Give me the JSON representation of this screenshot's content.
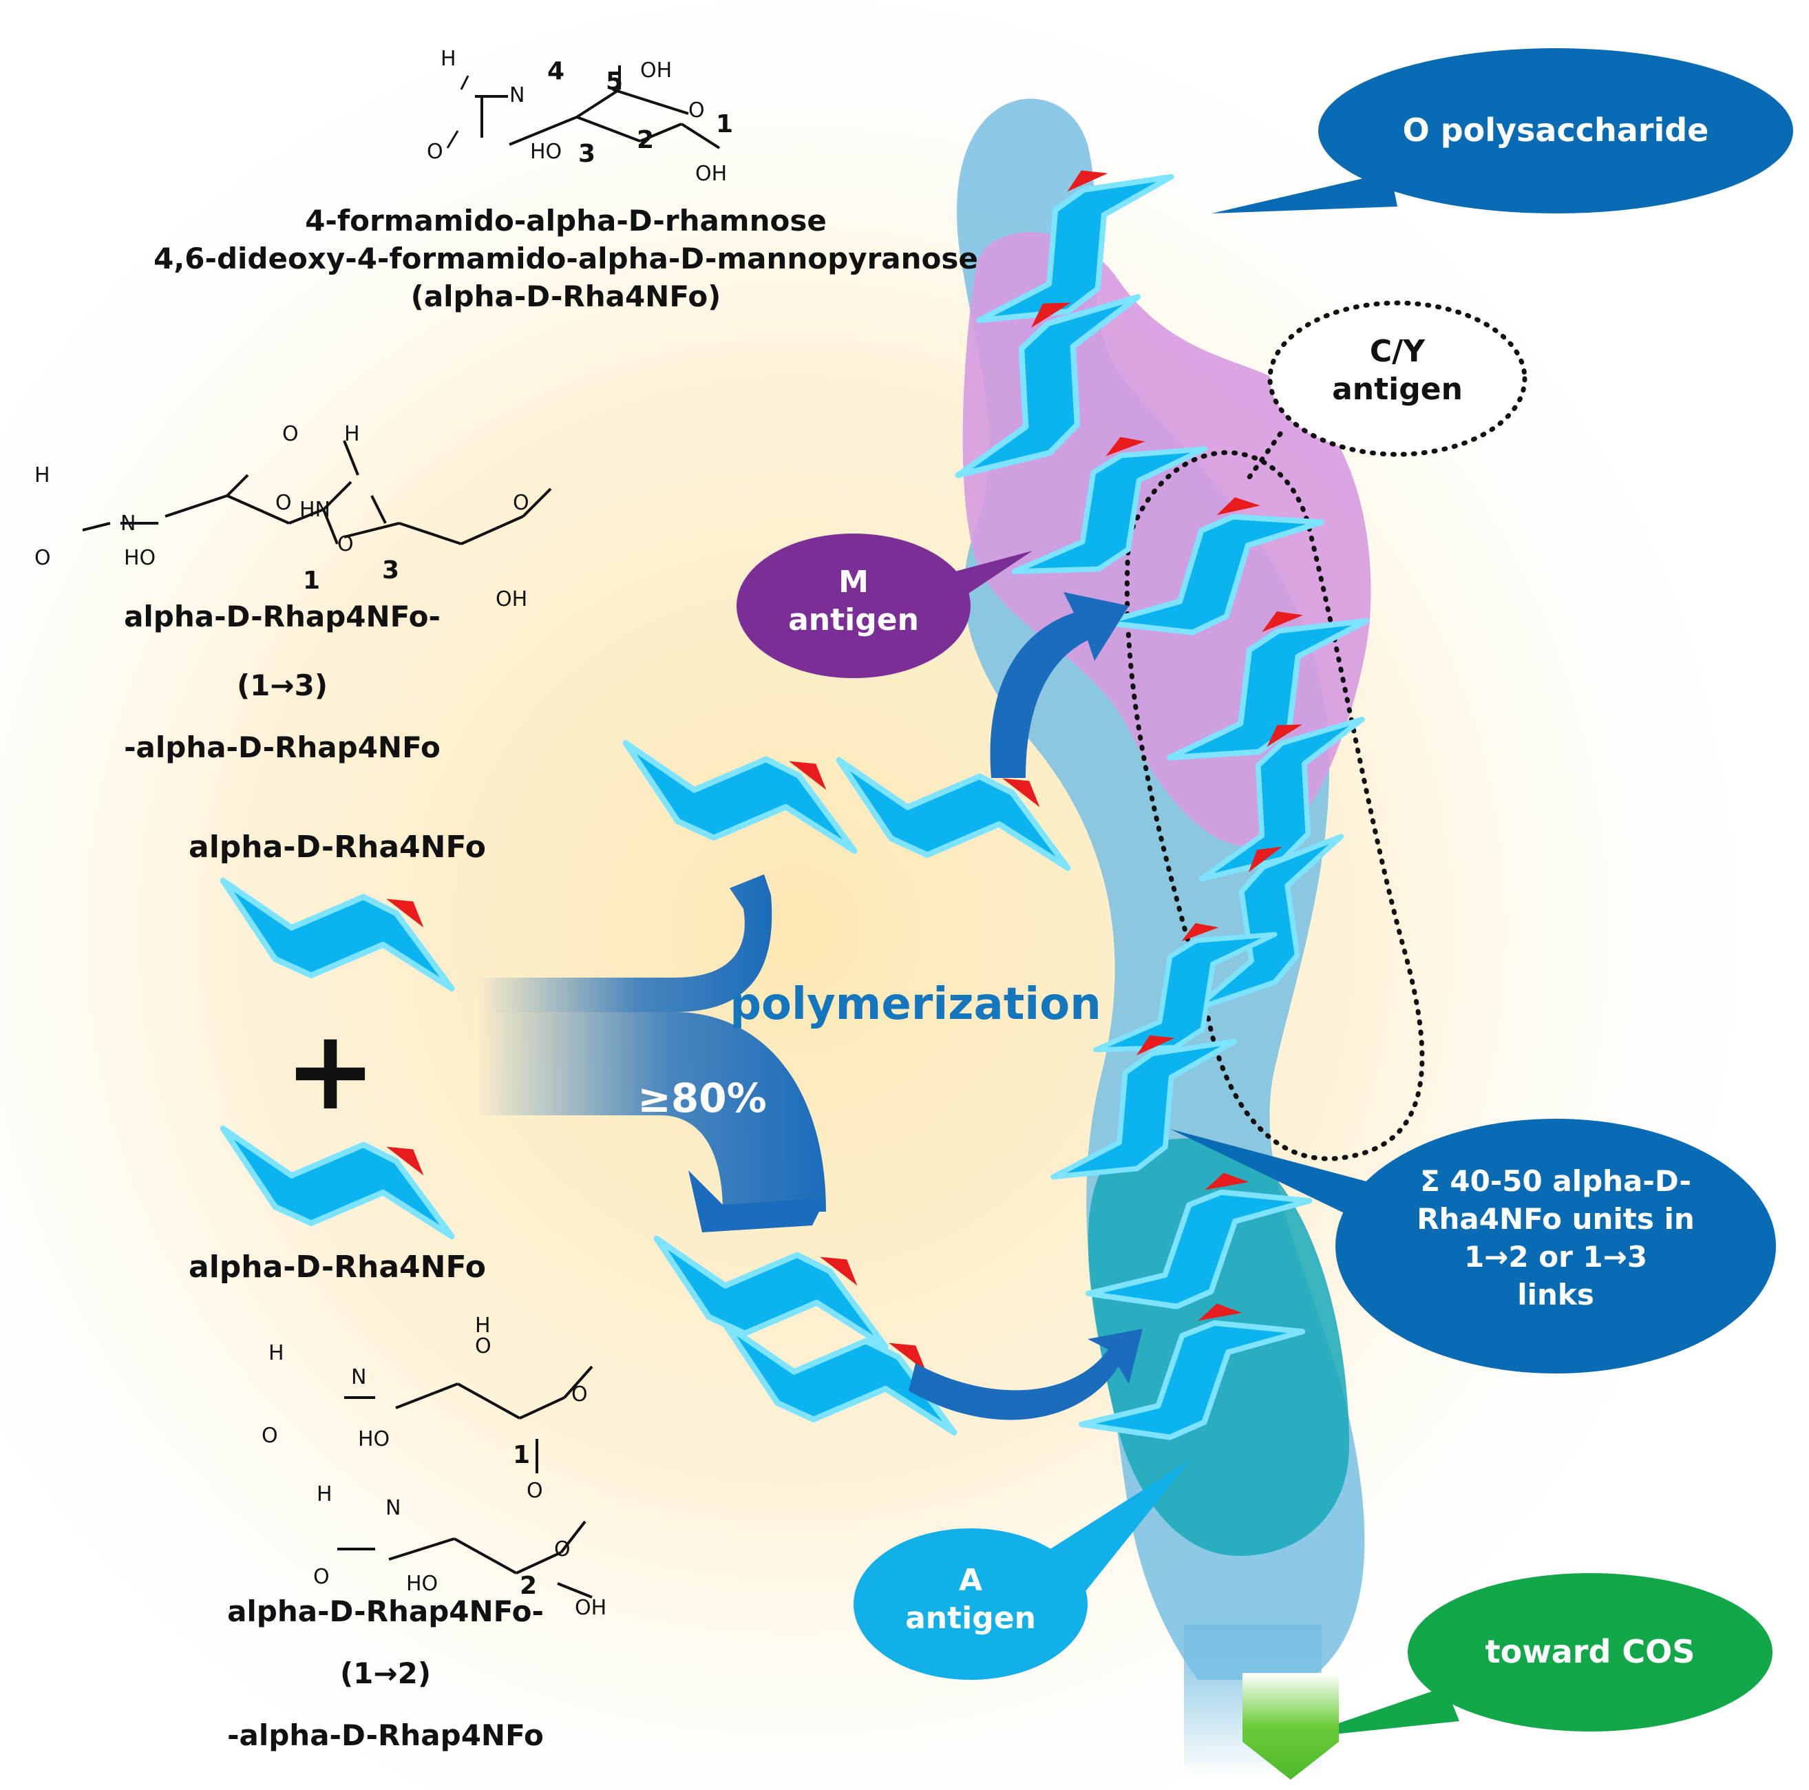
{
  "monomer": {
    "name_1": "4-formamido-alpha-D-rhamnose",
    "name_2": "4,6-dideoxy-4-formamido-alpha-D-mannopyranose",
    "name_3": "(alpha-D-Rha4NFo)",
    "atom_labels": {
      "h": "H",
      "n": "N",
      "o": "O",
      "oh": "OH",
      "ho": "HO",
      "ring_o": "O"
    },
    "positions": [
      "1",
      "2",
      "3",
      "4",
      "5"
    ]
  },
  "disaccharide_1_3": {
    "line_1": "alpha-D-Rhap4NFo-",
    "line_2": "(1→3)",
    "line_3": "-alpha-D-Rhap4NFo",
    "pos_1": "1",
    "pos_3": "3"
  },
  "disaccharide_1_2": {
    "line_1": "alpha-D-Rhap4NFo-",
    "line_2": "(1→2)",
    "line_3": "-alpha-D-Rhap4NFo",
    "pos_1": "1",
    "pos_2": "2"
  },
  "unit_label_top": "alpha-D-Rha4NFo",
  "unit_label_bottom": "alpha-D-Rha4NFo",
  "plus_sign": "+",
  "polymerization_label": "polymerization",
  "percent_label": "≥80%",
  "callouts": {
    "o_polysaccharide": "O polysaccharide",
    "cy_line_1": "C/Y",
    "cy_line_2": "antigen",
    "m_line_1": "M",
    "m_line_2": "antigen",
    "sum_line_1": "Σ 40-50 alpha-D-",
    "sum_line_2": "Rha4NFo units in",
    "sum_line_3": "1→2 or 1→3",
    "sum_line_4": "links",
    "a_line_1": "A",
    "a_line_2": "antigen",
    "cos": "toward COS"
  },
  "colors": {
    "unit_fill": "#0bb4ee",
    "unit_edge": "#6fdcff",
    "red_accent": "#e81c1c",
    "o_poly_bubble": "#0a6bb5",
    "m_antigen_bubble": "#7a2e96",
    "m_region": "#d69be0",
    "a_antigen_bubble": "#12b0e8",
    "a_region": "#18a8b8",
    "cos_bubble": "#12a84a",
    "cos_arrow": "#6ccc3a",
    "backbone": "#78bfe3",
    "polymerization_text": "#1476bd"
  }
}
